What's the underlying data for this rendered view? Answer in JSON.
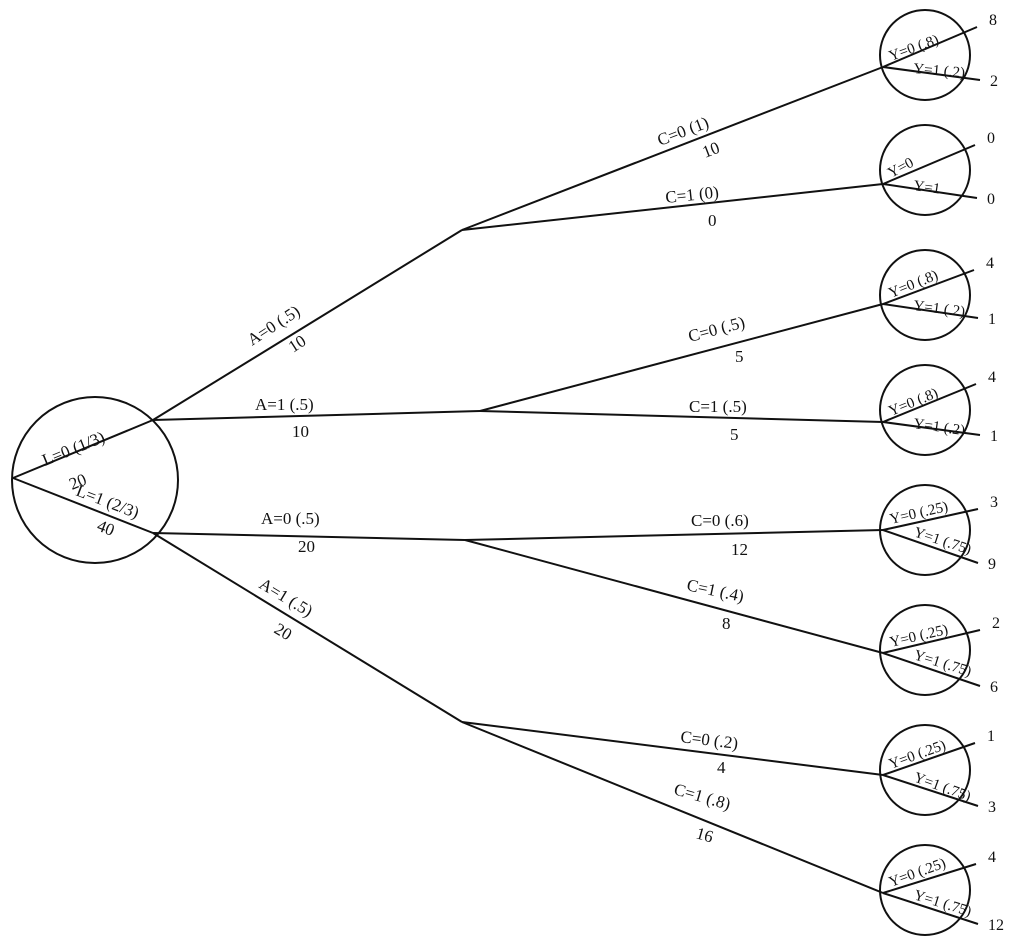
{
  "root": {
    "branches": [
      {
        "label": "L=0 (1/3)",
        "count": "20"
      },
      {
        "label": "L=1 (2/3)",
        "count": "40"
      }
    ]
  },
  "a_branches": [
    {
      "parent": "L=0",
      "label": "A=0 (.5)",
      "count": "10"
    },
    {
      "parent": "L=0",
      "label": "A=1 (.5)",
      "count": "10"
    },
    {
      "parent": "L=1",
      "label": "A=0 (.5)",
      "count": "20"
    },
    {
      "parent": "L=1",
      "label": "A=1 (.5)",
      "count": "20"
    }
  ],
  "c_branches": [
    {
      "label": "C=0 (1)",
      "count": "10"
    },
    {
      "label": "C=1 (0)",
      "count": "0"
    },
    {
      "label": "C=0 (.5)",
      "count": "5"
    },
    {
      "label": "C=1 (.5)",
      "count": "5"
    },
    {
      "label": "C=0 (.6)",
      "count": "12"
    },
    {
      "label": "C=1 (.4)",
      "count": "8"
    },
    {
      "label": "C=0 (.2)",
      "count": "4"
    },
    {
      "label": "C=1 (.8)",
      "count": "16"
    }
  ],
  "leaves": [
    {
      "y0_label": "Y=0 (.8)",
      "y1_label": "Y=1 (.2)",
      "y0_count": "8",
      "y1_count": "2"
    },
    {
      "y0_label": "Y=0",
      "y1_label": "Y=1",
      "y0_count": "0",
      "y1_count": "0"
    },
    {
      "y0_label": "Y=0 (.8)",
      "y1_label": "Y=1 (.2)",
      "y0_count": "4",
      "y1_count": "1"
    },
    {
      "y0_label": "Y=0 (.8)",
      "y1_label": "Y=1 (.2)",
      "y0_count": "4",
      "y1_count": "1"
    },
    {
      "y0_label": "Y=0 (.25)",
      "y1_label": "Y=1 (.75)",
      "y0_count": "3",
      "y1_count": "9"
    },
    {
      "y0_label": "Y=0 (.25)",
      "y1_label": "Y=1 (.75)",
      "y0_count": "2",
      "y1_count": "6"
    },
    {
      "y0_label": "Y=0 (.25)",
      "y1_label": "Y=1 (.75)",
      "y0_count": "1",
      "y1_count": "3"
    },
    {
      "y0_label": "Y=0 (.25)",
      "y1_label": "Y=1 (.75)",
      "y0_count": "4",
      "y1_count": "12"
    }
  ]
}
